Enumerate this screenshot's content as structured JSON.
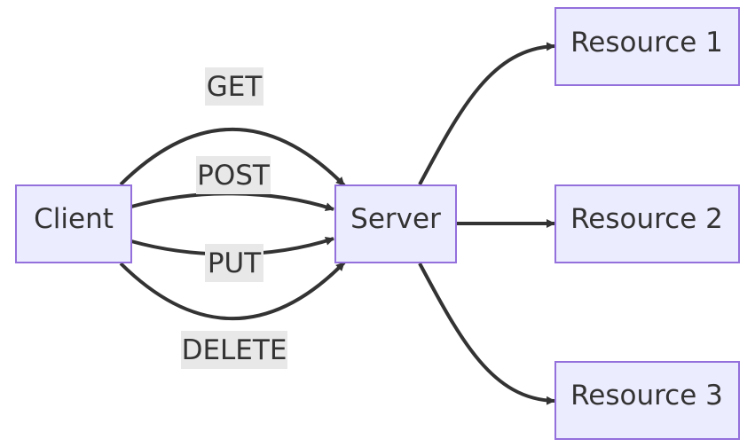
{
  "diagram": {
    "type": "flowchart",
    "direction": "left-to-right",
    "colors": {
      "node_fill": "#ECECFF",
      "node_border": "#9370DB",
      "edge": "#333333",
      "label_background": "#e8e8e8",
      "text": "#333333"
    },
    "nodes": {
      "client": "Client",
      "server": "Server",
      "resource1": "Resource 1",
      "resource2": "Resource 2",
      "resource3": "Resource 3"
    },
    "edges": {
      "get": "GET",
      "post": "POST",
      "put": "PUT",
      "delete": "DELETE"
    }
  }
}
